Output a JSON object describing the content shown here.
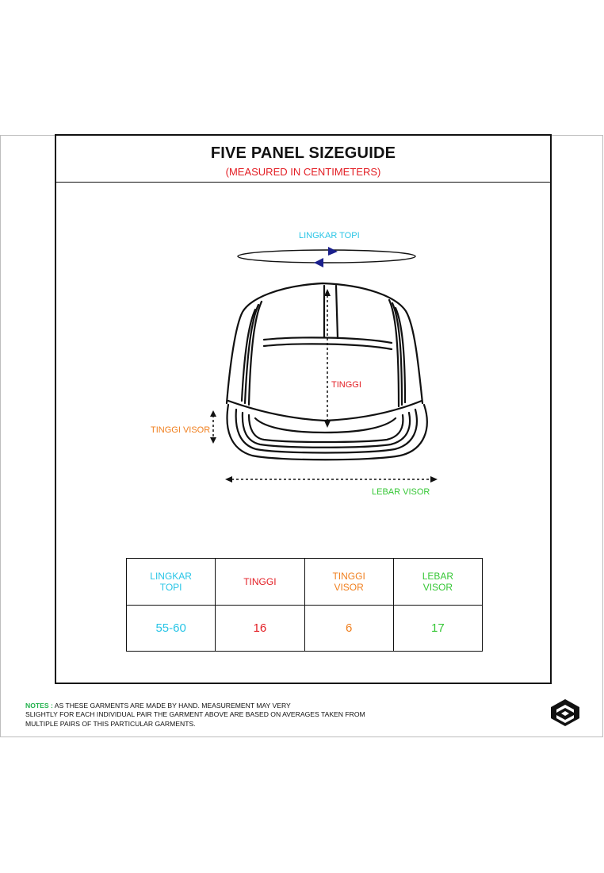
{
  "header": {
    "title": "FIVE PANEL SIZEGUIDE",
    "subtitle": "(MEASURED IN CENTIMETERS)"
  },
  "diagram": {
    "lingkar_topi": "LINGKAR TOPI",
    "tinggi": "TINGGI",
    "tinggi_visor": "TINGGI VISOR",
    "lebar_visor": "LEBAR VISOR"
  },
  "table": {
    "headers": [
      {
        "line1": "LINGKAR",
        "line2": "TOPI"
      },
      {
        "line1": "TINGGI",
        "line2": ""
      },
      {
        "line1": "TINGGI",
        "line2": "VISOR"
      },
      {
        "line1": "LEBAR",
        "line2": "VISOR"
      }
    ],
    "values": [
      "55-60",
      "16",
      "6",
      "17"
    ]
  },
  "notes": {
    "label": "NOTES :",
    "line1": " AS THESE GARMENTS ARE MADE BY HAND. MEASUREMENT MAY VERY",
    "line2": "SLIGHTLY FOR EACH INDIVIDUAL PAIR THE GARMENT ABOVE ARE BASED ON AVERAGES TAKEN FROM",
    "line3": "MULTIPLE PAIRS OF THIS PARTICULAR GARMENTS."
  },
  "colors": {
    "lingkar_topi": "#29c5e6",
    "tinggi": "#e31e24",
    "tinggi_visor": "#f07f1e",
    "lebar_visor": "#36c736",
    "notes_label": "#22b14c",
    "arrow_head": "#1a1f8c"
  },
  "icons": [
    "circumference-arrows-icon",
    "brand-logo-icon"
  ]
}
